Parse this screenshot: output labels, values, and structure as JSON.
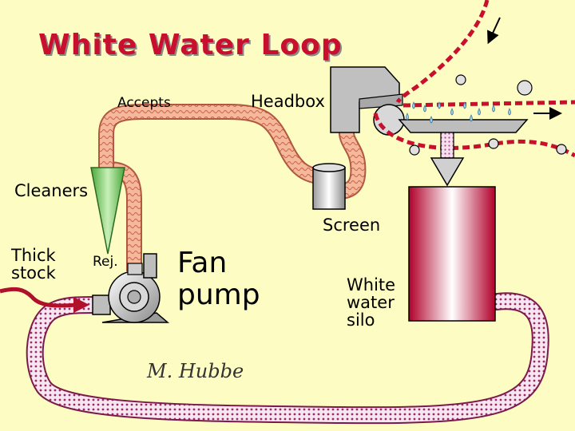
{
  "title": "White Water Loop",
  "labels": {
    "accepts": "Accepts",
    "headbox": "Headbox",
    "cleaners": "Cleaners",
    "screen": "Screen",
    "thick_stock": "Thick\nstock",
    "rejects": "Rej.",
    "fan_pump": "Fan\npump",
    "white_water_silo": "White\nwater\nsilo",
    "author": "M. Hubbe"
  },
  "colors": {
    "background": "#fdfcc2",
    "title": "#c8102e",
    "pipe": "#f0a888",
    "loop_pipe": "#a0306a",
    "cleaner": "#66cc55",
    "wire": "#c8102e",
    "silo": "#b8002a",
    "thick_stock_line": "#b0102a"
  }
}
